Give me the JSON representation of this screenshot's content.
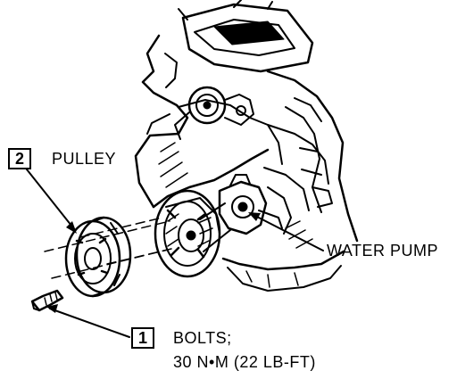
{
  "callouts": [
    {
      "number": "2",
      "label": "PULLEY"
    },
    {
      "number": "1",
      "label": "BOLTS;",
      "sublabel": "30 N•M (22 LB-FT)"
    }
  ],
  "pump_label": "WATER PUMP",
  "colors": {
    "ink": "#000000",
    "paper": "#ffffff"
  }
}
